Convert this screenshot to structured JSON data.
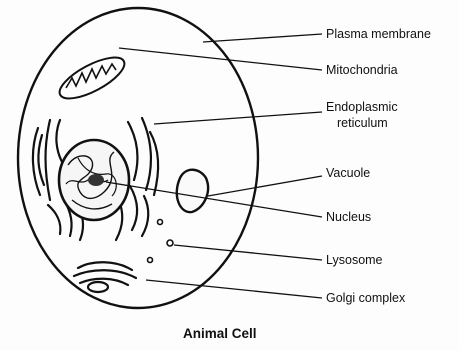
{
  "diagram": {
    "caption": "Animal Cell",
    "labels": {
      "plasma_membrane": "Plasma membrane",
      "mitochondria": "Mitochondria",
      "endoplasmic_reticulum_line1": "Endoplasmic",
      "endoplasmic_reticulum_line2": "reticulum",
      "vacuole": "Vacuole",
      "nucleus": "Nucleus",
      "lysosome": "Lysosome",
      "golgi_complex": "Golgi complex"
    }
  }
}
